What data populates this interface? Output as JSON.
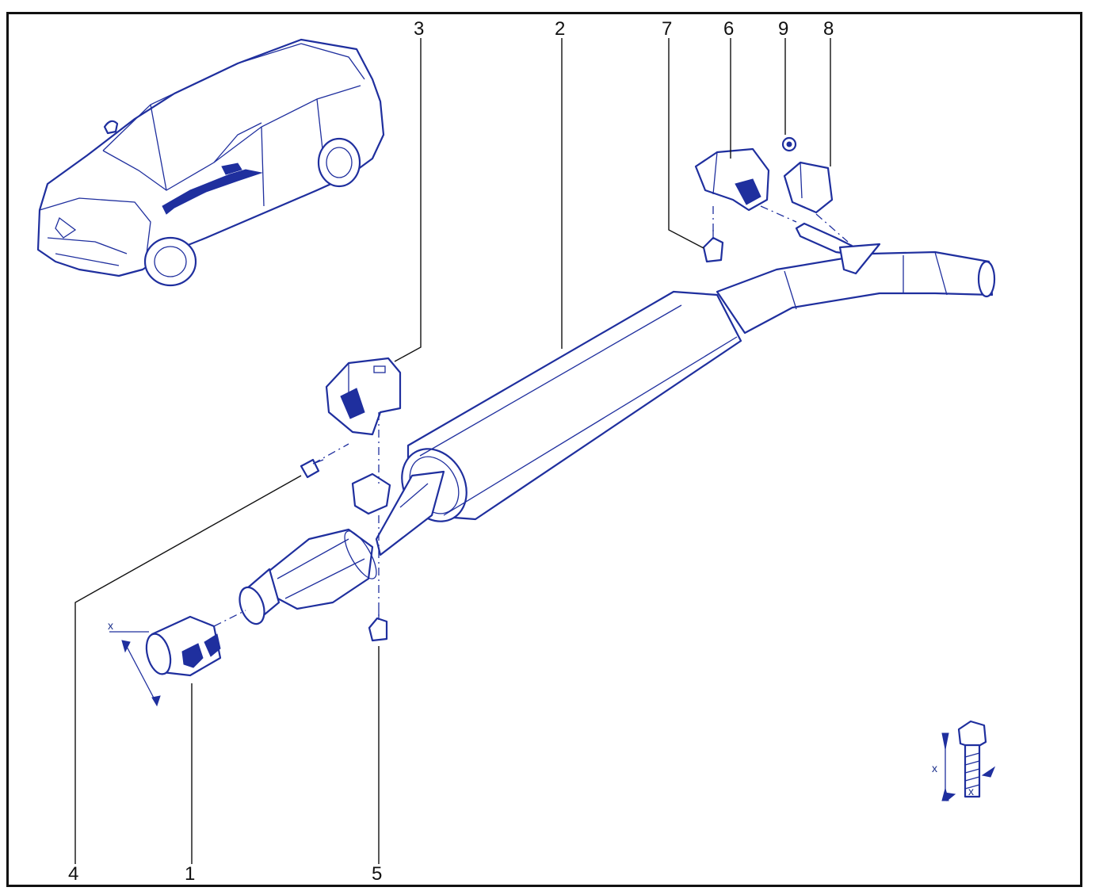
{
  "diagram": {
    "callouts": [
      {
        "id": "1",
        "label": "1"
      },
      {
        "id": "2",
        "label": "2"
      },
      {
        "id": "3",
        "label": "3"
      },
      {
        "id": "4",
        "label": "4"
      },
      {
        "id": "5",
        "label": "5"
      },
      {
        "id": "6",
        "label": "6"
      },
      {
        "id": "7",
        "label": "7"
      },
      {
        "id": "8",
        "label": "8"
      },
      {
        "id": "9",
        "label": "9"
      }
    ],
    "dimension_marks": {
      "clamp_x": "x",
      "bolt_x_vertical": "x",
      "bolt_x_horizontal": "x"
    },
    "colors": {
      "drawing": "#1f2f9e",
      "callout_text": "#111111",
      "frame": "#111111"
    }
  }
}
